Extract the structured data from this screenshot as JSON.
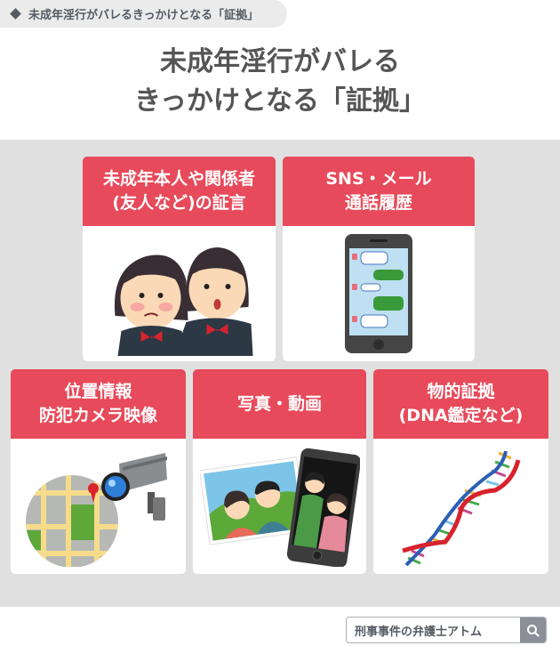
{
  "category_tag": {
    "icon": "diamond-icon",
    "label": "未成年淫行がバレるきっかけとなる「証拠」"
  },
  "title": {
    "line1": "未成年淫行がバレる",
    "line2": "きっかけとなる「証拠」"
  },
  "colors": {
    "header_red": "#e74a5a",
    "panel_gray": "#e0e0e0",
    "text_gray": "#555555"
  },
  "cards": [
    {
      "line1": "未成年本人や関係者",
      "line2": "(友人など)の証言",
      "illustration": "schoolgirls-testimony"
    },
    {
      "line1": "SNS・メール",
      "line2": "通話履歴",
      "illustration": "smartphone-chat"
    },
    {
      "line1": "位置情報",
      "line2": "防犯カメラ映像",
      "illustration": "map-and-security-camera"
    },
    {
      "line1": "写真・動画",
      "line2": "",
      "illustration": "photo-and-smartphone-video"
    },
    {
      "line1": "物的証拠",
      "line2": "(DNA鑑定など)",
      "illustration": "dna-helix"
    }
  ],
  "search": {
    "label": "刑事事件の弁護士アトム",
    "icon": "search-icon"
  }
}
